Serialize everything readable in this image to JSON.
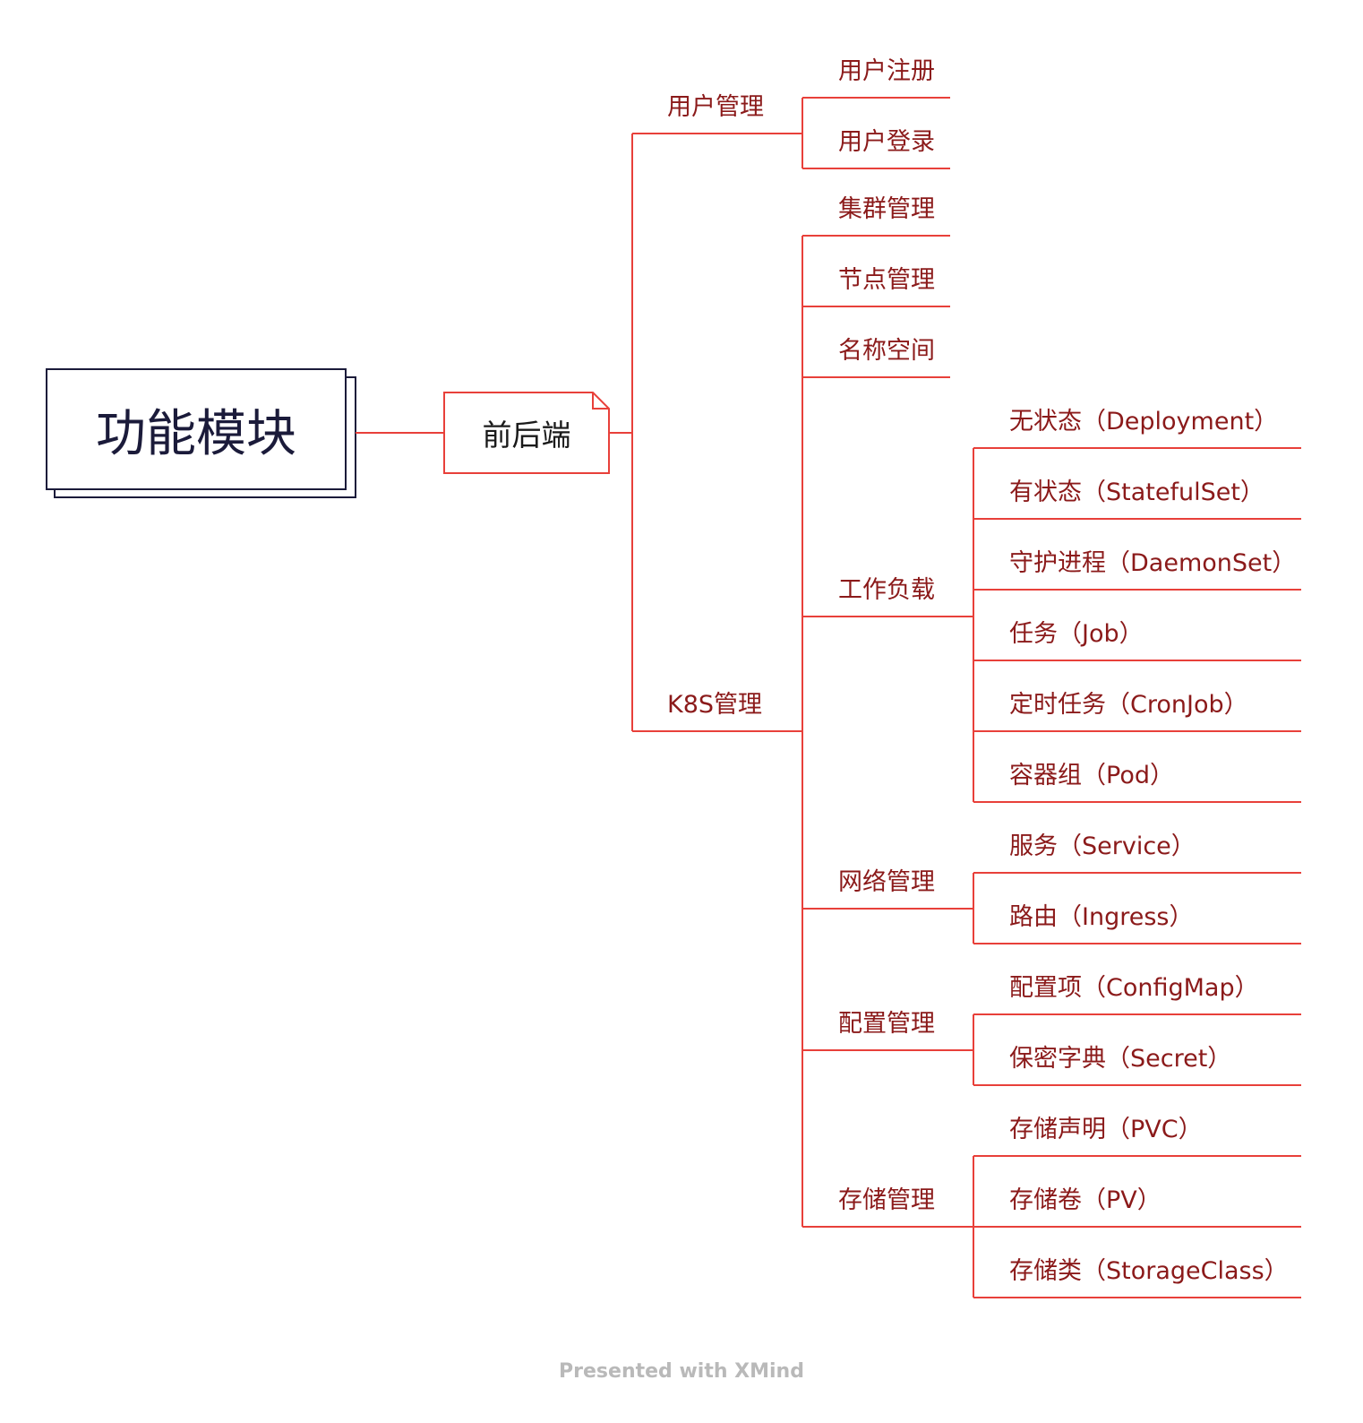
{
  "root": {
    "label": "功能模块"
  },
  "hub": {
    "label": "前后端"
  },
  "branches": [
    {
      "label": "用户管理",
      "children": [
        {
          "label": "用户注册"
        },
        {
          "label": "用户登录"
        }
      ]
    },
    {
      "label": "K8S管理",
      "children": [
        {
          "label": "集群管理"
        },
        {
          "label": "节点管理"
        },
        {
          "label": "名称空间"
        },
        {
          "label": "工作负载",
          "children": [
            {
              "label": "无状态（Deployment）"
            },
            {
              "label": "有状态（StatefulSet）"
            },
            {
              "label": "守护进程（DaemonSet）"
            },
            {
              "label": "任务（Job）"
            },
            {
              "label": "定时任务（CronJob）"
            },
            {
              "label": "容器组（Pod）"
            }
          ]
        },
        {
          "label": "网络管理",
          "children": [
            {
              "label": "服务（Service）"
            },
            {
              "label": "路由（Ingress）"
            }
          ]
        },
        {
          "label": "配置管理",
          "children": [
            {
              "label": "配置项（ConfigMap）"
            },
            {
              "label": "保密字典（Secret）"
            }
          ]
        },
        {
          "label": "存储管理",
          "children": [
            {
              "label": "存储声明（PVC）"
            },
            {
              "label": "存储卷（PV）"
            },
            {
              "label": "存储类（StorageClass）"
            }
          ]
        }
      ]
    }
  ],
  "footer": "Presented with XMind",
  "colors": {
    "line": "#e8403a",
    "branch_text": "#8b1a1a",
    "root_border": "#1b1b3a",
    "footer": "#b9b9b9"
  }
}
